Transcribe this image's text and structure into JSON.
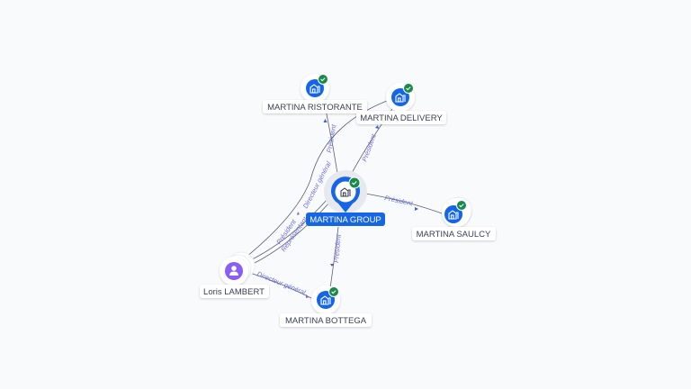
{
  "graph": {
    "colors": {
      "background": "#f9fafc",
      "company_fill": "#1466e6",
      "person_fill": "#8b5cf6",
      "check_badge": "#1a8a4a",
      "edge_line": "#5a5f73",
      "edge_label": "#6a6fd8",
      "center_label_bg": "#1466e6"
    },
    "nodes": [
      {
        "id": "group",
        "label": "MARTINA GROUP",
        "type": "company",
        "icon": "building-icon",
        "verified": true,
        "central": true
      },
      {
        "id": "ristorante",
        "label": "MARTINA RISTORANTE",
        "type": "company",
        "icon": "building-icon",
        "verified": true
      },
      {
        "id": "delivery",
        "label": "MARTINA DELIVERY",
        "type": "company",
        "icon": "building-icon",
        "verified": true
      },
      {
        "id": "saulcy",
        "label": "MARTINA SAULCY",
        "type": "company",
        "icon": "building-icon",
        "verified": true
      },
      {
        "id": "bottega",
        "label": "MARTINA BOTTEGA",
        "type": "company",
        "icon": "building-icon",
        "verified": true
      },
      {
        "id": "loris",
        "label": "Loris LAMBERT",
        "type": "person",
        "icon": "person-icon",
        "verified": false
      }
    ],
    "edges": [
      {
        "from": "group",
        "to": "ristorante",
        "label": "Président"
      },
      {
        "from": "group",
        "to": "delivery",
        "label": "Président"
      },
      {
        "from": "group",
        "to": "saulcy",
        "label": "Président"
      },
      {
        "from": "group",
        "to": "bottega",
        "label": "Président"
      },
      {
        "from": "loris",
        "to": "group",
        "label": "Président"
      },
      {
        "from": "loris",
        "to": "group",
        "label": "Représentant"
      },
      {
        "from": "loris",
        "to": "delivery",
        "label": "Directeur général"
      },
      {
        "from": "loris",
        "to": "bottega",
        "label": "Directeur général"
      }
    ]
  }
}
